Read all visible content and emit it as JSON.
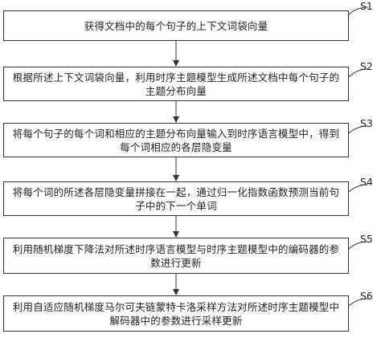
{
  "steps": [
    {
      "label": "S1",
      "text": "获得文档中的每个句子的上下文词袋向量"
    },
    {
      "label": "S2",
      "text": "根据所述上下文词袋向量，利用时序主题模型生成所述文档中每个句子的主题分布向量"
    },
    {
      "label": "S3",
      "text": "将每个句子的每个词和相应的主题分布向量输入到时序语言模型中，得到每个词相应的各层隐变量"
    },
    {
      "label": "S4",
      "text": "将每个词的所述各层隐变量拼接在一起，通过归一化指数函数预测当前句子中的下一个单词"
    },
    {
      "label": "S5",
      "text": "利用随机梯度下降法对所述时序语言模型与时序主题模型中的编码器的参数进行更新"
    },
    {
      "label": "S6",
      "text": "利用自适应随机梯度马尔可夫链蒙特卡洛采样方法对所述时序主题模型中解码器中的参数进行采样更新"
    }
  ],
  "colors": {
    "line": "#333333",
    "text": "#222222",
    "background": "#ffffff"
  }
}
